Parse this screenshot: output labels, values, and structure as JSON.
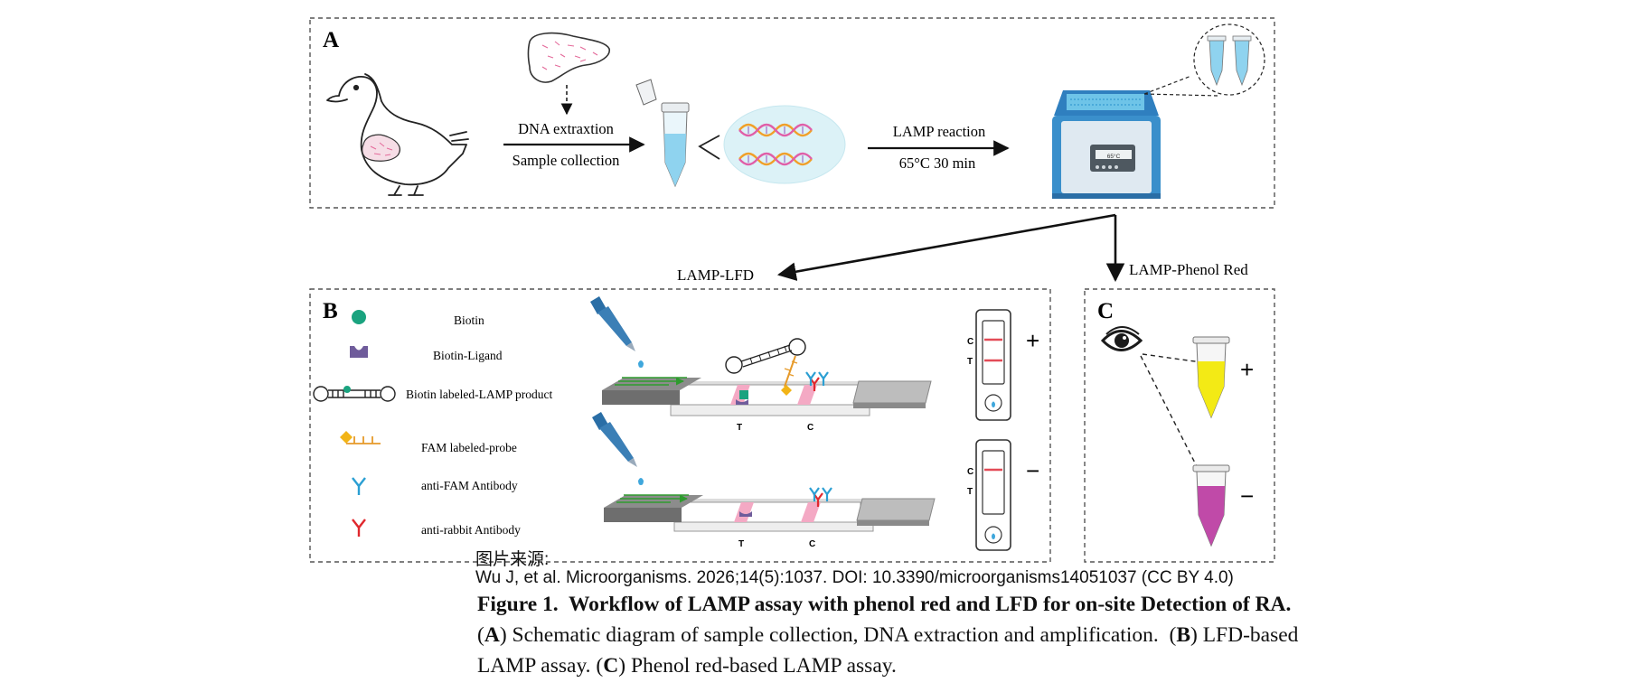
{
  "panel_a": {
    "letter": "A",
    "label_extraction": "DNA extraxtion",
    "label_collection": "Sample collection",
    "label_lamp": "LAMP reaction",
    "label_temp": "65°C 30 min",
    "device_display": "65°C"
  },
  "panel_b": {
    "letter": "B",
    "route_label": "LAMP-LFD",
    "legend": {
      "biotin": "Biotin",
      "ligand": "Biotin-Ligand",
      "product": "Biotin labeled-LAMP product",
      "probe": "FAM labeled-probe",
      "anti_fam": "anti-FAM Antibody",
      "anti_rabbit": "anti-rabbit Antibody"
    },
    "strip_t": "T",
    "strip_c": "C",
    "card_c": "C",
    "card_t": "T",
    "sign_pos": "+",
    "sign_neg": "−"
  },
  "panel_c": {
    "letter": "C",
    "route_label": "LAMP-Phenol Red",
    "sign_pos": "+",
    "sign_neg": "−"
  },
  "caption": {
    "source_label": "图片来源:",
    "source_ref": "Wu J, et al. Microorganisms. 2026;14(5):1037. DOI: 10.3390/microorganisms14051037 (CC BY 4.0)",
    "fig_label": "Figure 1.",
    "fig_title": "Workflow of LAMP assay with phenol red and LFD for on-site Detection of RA.",
    "a_letter": "A",
    "a_text": "Schematic diagram of sample collection, DNA extraction and amplification.",
    "b_letter": "B",
    "b_text": "LFD-based",
    "b_text2": "LAMP assay.",
    "c_letter": "C",
    "c_text": "Phenol red-based LAMP assay."
  },
  "colors": {
    "biotin": "#1aa37f",
    "ligand": "#6f5c9b",
    "probe": "#f2b417",
    "anti_fam": "#2b9fd3",
    "anti_rabbit": "#e0282e",
    "strip_pink": "#f4a9c4",
    "line_red": "#e34b57",
    "yellow": "#f3ea15",
    "magenta": "#c04aa8",
    "tube_blue": "#8fd3ef",
    "device_blue": "#3a8fcb"
  }
}
